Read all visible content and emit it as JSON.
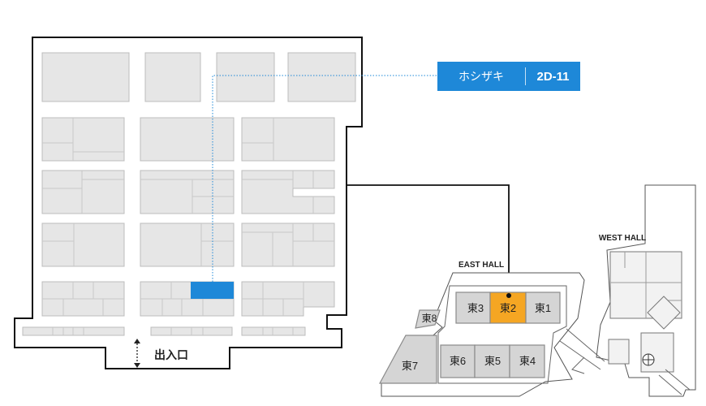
{
  "exhibitor": {
    "name": "ホシザキ",
    "booth_code": "2D-11"
  },
  "entrance_label": "出入口",
  "labels": {
    "east_hall": "EAST HALL",
    "west_hall": "WEST HALL",
    "halls": [
      "東1",
      "東2",
      "東3",
      "東4",
      "東5",
      "東6",
      "東7",
      "東8"
    ]
  },
  "colors": {
    "highlight_hall": "#f5a623",
    "highlight_booth": "#1e88d8",
    "booth": "#e6e6e6",
    "hall": "#d5d5d5"
  }
}
